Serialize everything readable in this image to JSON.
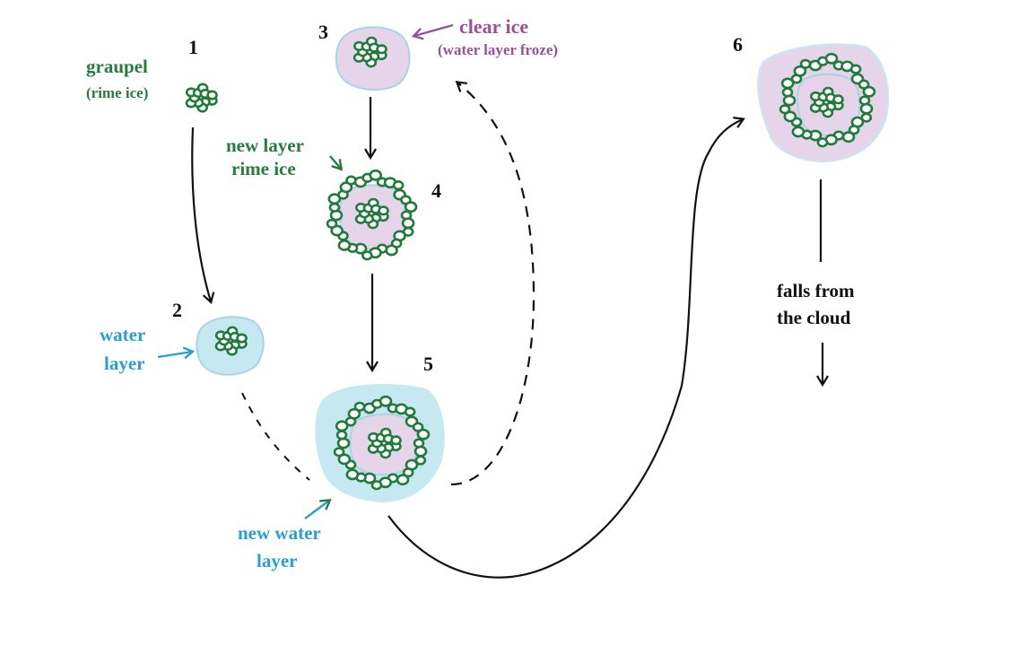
{
  "title": "Hailstone growth stages",
  "colors": {
    "rime": "#217a3b",
    "clear_ice": "#e6d5ea",
    "water": "#c6e8f0",
    "water_edge": "#a8d4e4",
    "label_green": "#2a7a3c",
    "label_purple": "#9a4f9a",
    "label_blue": "#2a9fd0",
    "arrow": "#111111"
  },
  "stages": [
    {
      "number": "1",
      "description": "graupel core (rime ice)"
    },
    {
      "number": "2",
      "description": "graupel coated with water layer"
    },
    {
      "number": "3",
      "description": "water layer froze into clear ice"
    },
    {
      "number": "4",
      "description": "new layer of rime ice added"
    },
    {
      "number": "5",
      "description": "new water layer collected"
    },
    {
      "number": "6",
      "description": "large layered hailstone"
    }
  ],
  "labels": {
    "graupel": "graupel",
    "rime_ice_paren": "(rime ice)",
    "clear_ice": "clear ice",
    "water_layer_froze": "(water layer froze)",
    "new_layer": "new layer",
    "rime_ice": "rime ice",
    "water": "water",
    "layer": "layer",
    "new_water": "new water",
    "layer2": "layer",
    "falls_from": "falls from",
    "the_cloud": "the cloud"
  }
}
